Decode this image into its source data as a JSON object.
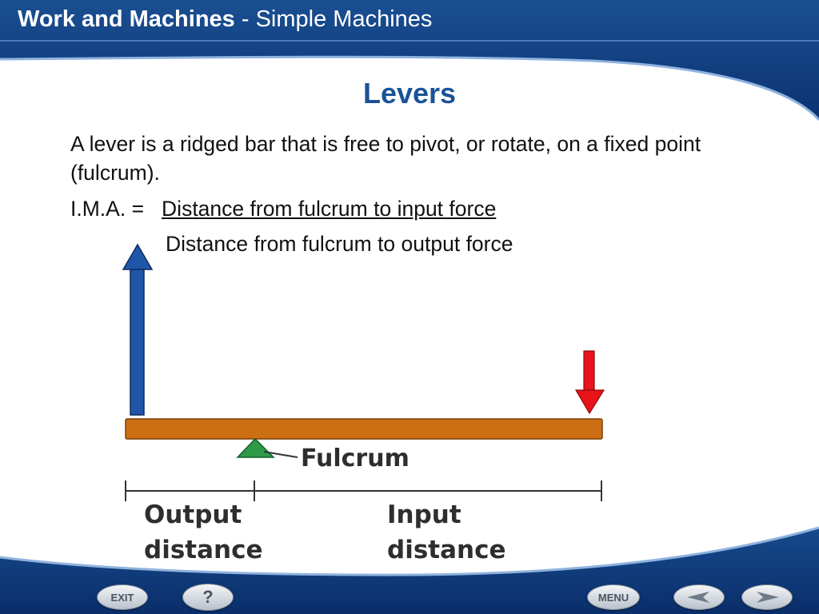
{
  "header": {
    "section": "Work and Machines",
    "subtitle": "- Simple Machines"
  },
  "slide": {
    "title": "Levers",
    "body": "A lever is a ridged bar that is free to pivot, or rotate, on a fixed point (fulcrum).",
    "formula_prefix": "I.M.A. =",
    "formula_numerator": "Distance from fulcrum to input force",
    "formula_denominator": "Distance from fulcrum to output force"
  },
  "diagram": {
    "fulcrum_label": "Fulcrum",
    "output_label_line1": "Output",
    "output_label_line2": "distance",
    "input_label_line1": "Input",
    "input_label_line2": "distance",
    "colors": {
      "lever": "#cc6e14",
      "output_arrow": "#1f56a8",
      "input_arrow": "#e8141a",
      "fulcrum": "#2e9a48"
    }
  },
  "nav": {
    "exit": "EXIT",
    "help": "?",
    "menu": "MENU",
    "prev_icon": "arrow-left-icon",
    "next_icon": "arrow-right-icon"
  }
}
